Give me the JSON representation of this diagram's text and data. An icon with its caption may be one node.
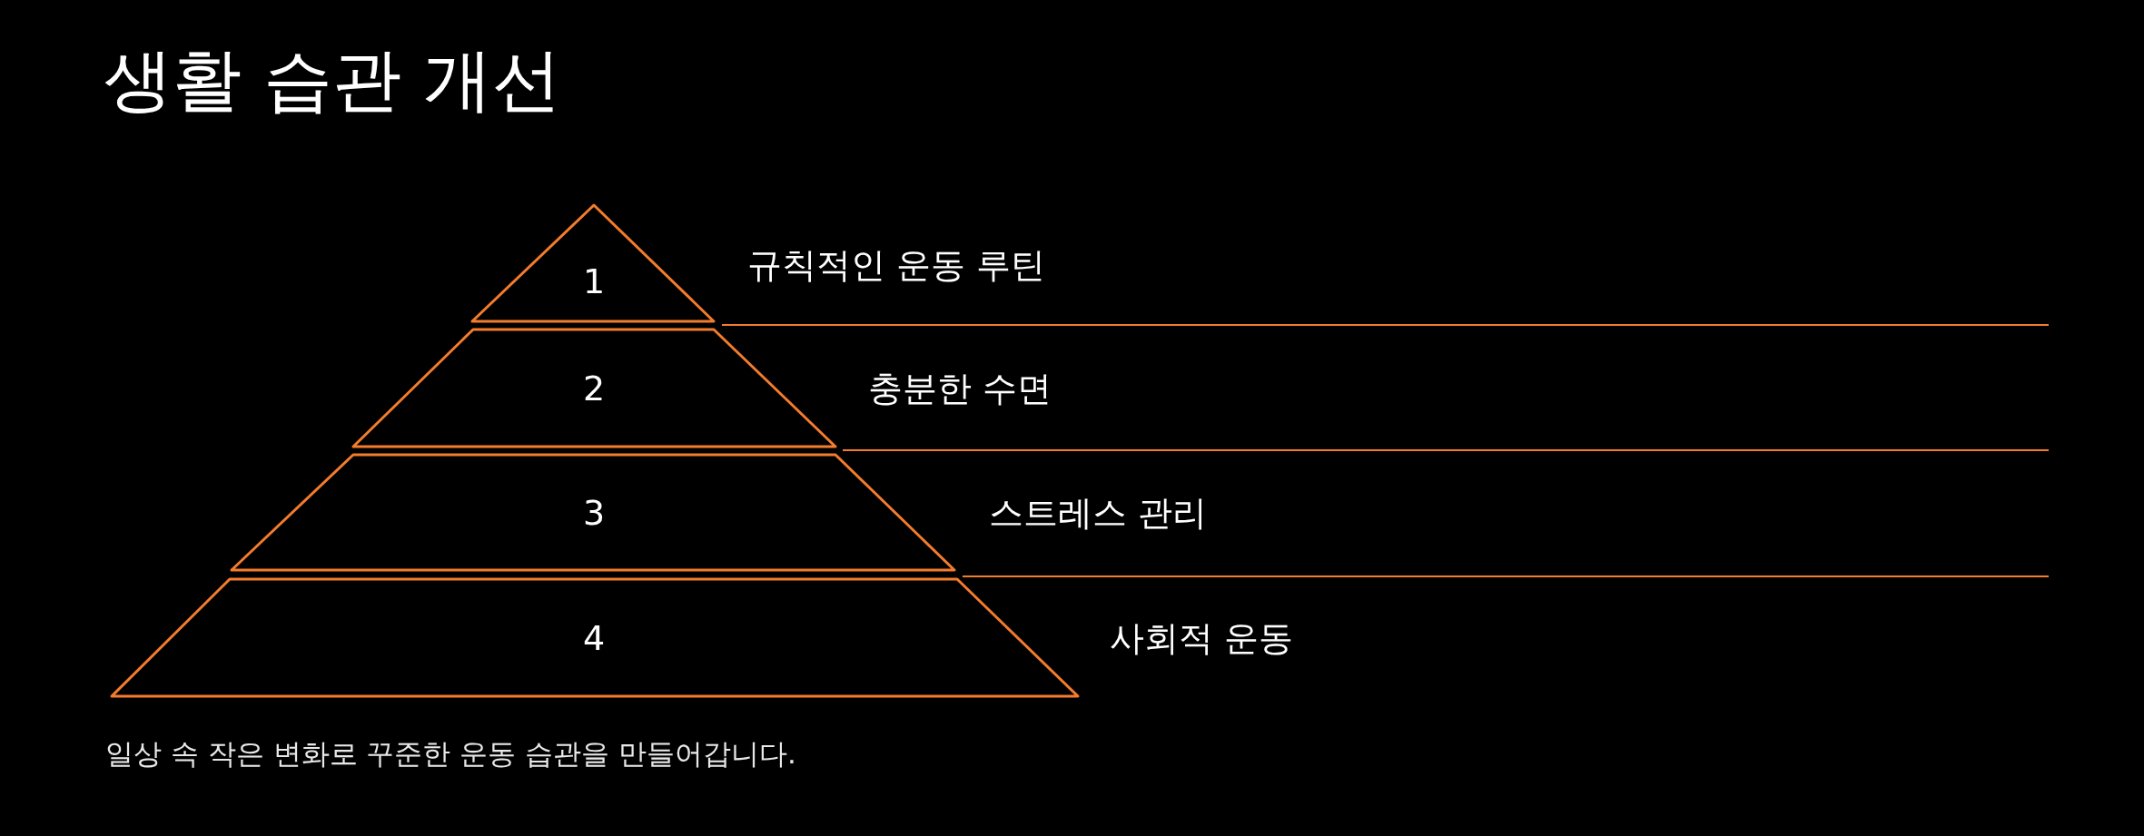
{
  "diagram": {
    "title": "생활 습관 개선",
    "nodes": [
      {
        "text": [
          "1"
        ],
        "beside": [
          "규칙적인 운동 루틴"
        ]
      },
      {
        "text": [
          "2"
        ],
        "beside": [
          "충분한 수면"
        ]
      },
      {
        "text": [
          "3"
        ],
        "beside": [
          "스트레스 관리"
        ]
      },
      {
        "text": [
          "4"
        ],
        "beside": [
          "사회적 운동"
        ]
      }
    ],
    "edges": [],
    "caption": "일상 속 작은 변화로 꾸준한 운동 습관을 만들어갑니다."
  }
}
